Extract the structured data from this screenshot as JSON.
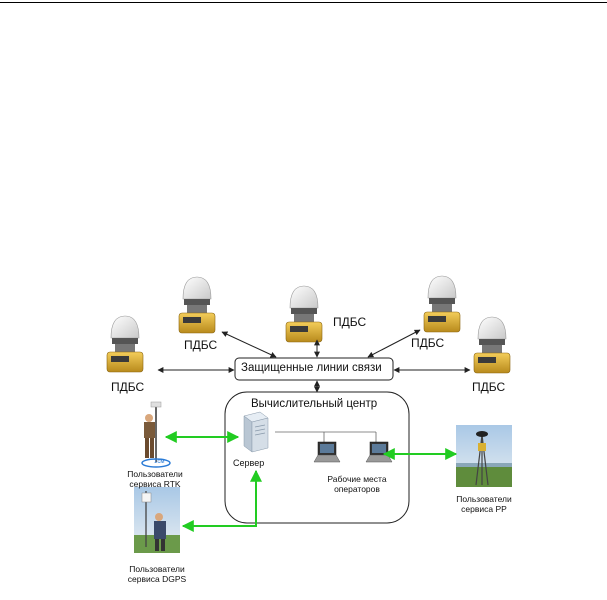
{
  "stations": [
    {
      "label": "ПДБС"
    },
    {
      "label": "ПДБС"
    },
    {
      "label": "ПДБС"
    },
    {
      "label": "ПДБС"
    },
    {
      "label": "ПДБС"
    }
  ],
  "secure_lines": "Защищенные линии связи",
  "center": {
    "title": "Вычислительный центр",
    "server": "Сервер",
    "operators_line1": "Рабочие места",
    "operators_line2": "операторов"
  },
  "users": {
    "rtk_line1": "Пользователи",
    "rtk_line2": "сервиса RTK",
    "rtk_scale": "1см",
    "dgps_line1": "Пользователи",
    "dgps_line2": "сервиса DGPS",
    "pp_line1": "Пользователи",
    "pp_line2": "сервиса PP"
  },
  "colors": {
    "green_link": "#22cc22",
    "receiver": "#e3b43a",
    "dome": "#f2f2f2",
    "line": "#222222"
  }
}
